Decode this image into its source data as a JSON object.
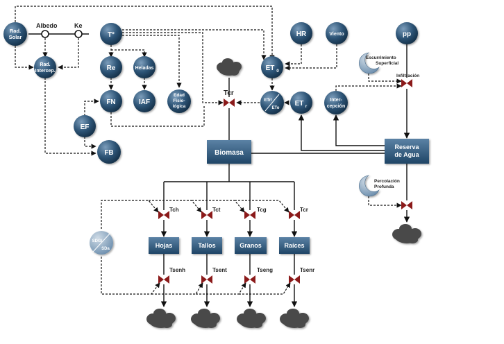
{
  "nodes": {
    "rad_solar": [
      "Rad.",
      "Solar"
    ],
    "albedo": "Albedo",
    "ke": "Ke",
    "t": "T°",
    "rad_intercep": [
      "Rad.",
      "Intercep."
    ],
    "re": "Re",
    "heladas": "Heladas",
    "fn": "FN",
    "iaf": "IAF",
    "edad": [
      "Edad",
      "Fisio-",
      "lógica"
    ],
    "ef": "EF",
    "fb": "FB",
    "hr": "HR",
    "viento": "Viento",
    "pp": "pp",
    "et0": "ET",
    "et0_sub": "0",
    "etr_ratio_top": "ETr/",
    "etr_ratio_bottom": "ETo",
    "etr": "ET",
    "etr_sub": "r",
    "intercepcion": [
      "Inter-",
      "cepción"
    ],
    "sdg": "SDG/",
    "sda": "SDa"
  },
  "labels": {
    "tcr_top": "Tcr",
    "escurrimiento": [
      "Escurrimiento",
      "Superficial"
    ],
    "infiltracion": "Infiltración",
    "percolacion": [
      "Percolación",
      "Profunda"
    ],
    "tch": "Tch",
    "tct": "Tct",
    "tcg": "Tcg",
    "tcr": "Tcr",
    "tsenh": "Tsenh",
    "tsent": "Tsent",
    "tseng": "Tseng",
    "tsenr": "Tsenr"
  },
  "boxes": {
    "biomasa": "Biomasa",
    "reserva": [
      "Reserva",
      "de Agua"
    ],
    "hojas": "Hojas",
    "tallos": "Tallos",
    "granos": "Granos",
    "raices": "Raíces"
  },
  "colors": {
    "node_dark": "#1d3f5c",
    "node_light": "#6d8fae",
    "box": "#2f5a7e",
    "valve": "#8b1a1a",
    "cloud": "#4a4a4a"
  }
}
